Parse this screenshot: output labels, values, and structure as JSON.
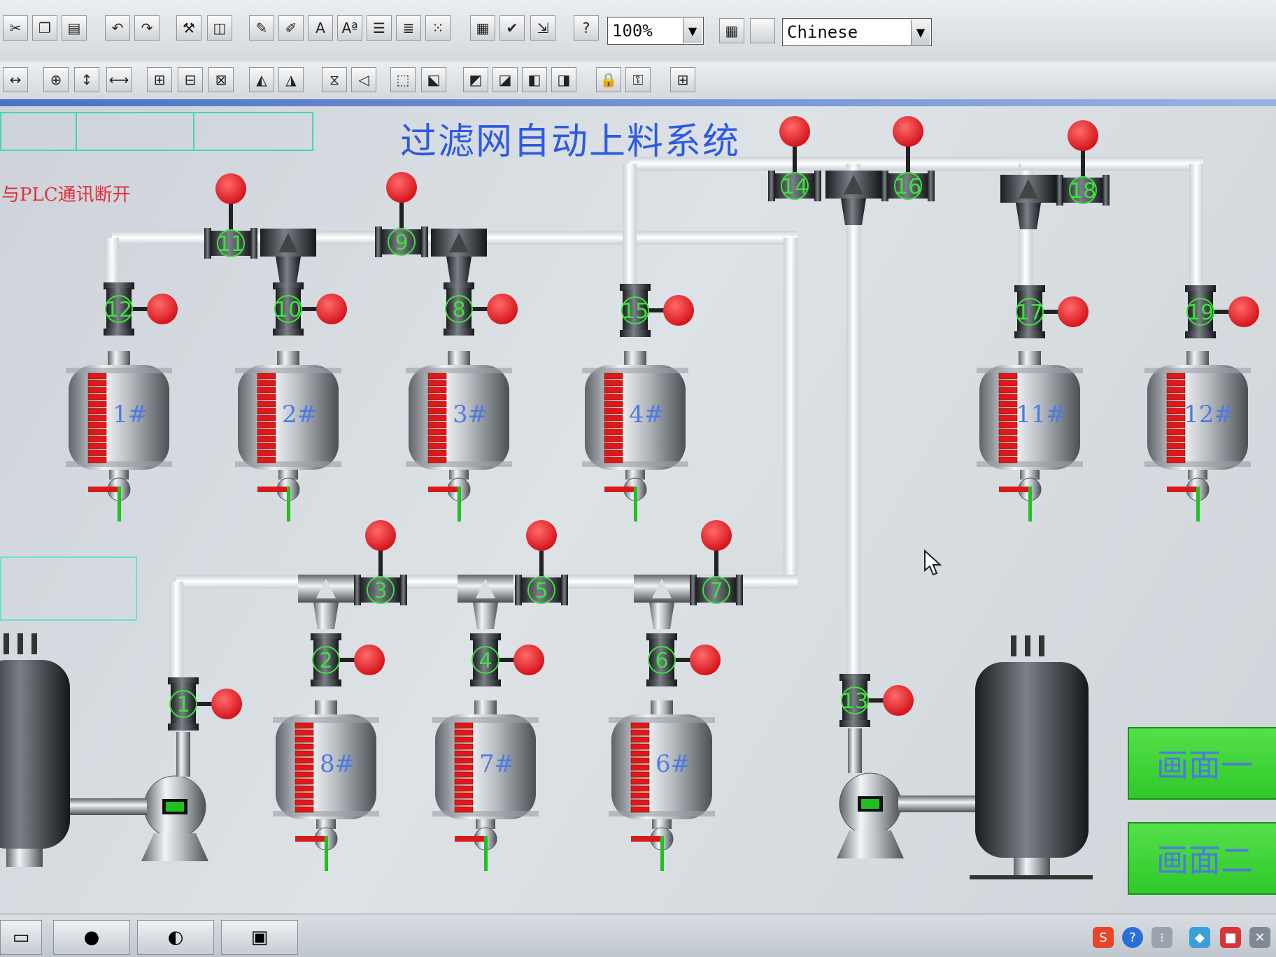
{
  "toolbar": {
    "zoom_value": "100%",
    "language_value": "Chinese",
    "row1_icons": [
      "cut-icon",
      "copy-icon",
      "paste-icon",
      "undo-icon",
      "redo-icon",
      "tools-icon",
      "layout-icon",
      "edit-a-icon",
      "edit-b-icon",
      "text-a-icon",
      "superscript-icon",
      "align-lines-icon",
      "align-list-icon",
      "grid-dots-icon",
      "properties-icon",
      "check-icon",
      "export-icon",
      "help-icon"
    ],
    "row2_icons": [
      "fit-width-icon",
      "center-icon",
      "align-vertical-icon",
      "align-horizontal-icon",
      "group-a-icon",
      "group-b-icon",
      "group-c-icon",
      "flip-left-icon",
      "flip-right-icon",
      "mirror-icon",
      "rotate-icon",
      "frame-a-icon",
      "frame-b-icon",
      "layer-front-icon",
      "layer-forward-icon",
      "layer-back-icon",
      "layer-bottom-icon",
      "lock-icon",
      "unlock-icon",
      "grid-icon"
    ]
  },
  "scada": {
    "title": "过滤网自动上料系统",
    "plc_status": "与PLC通讯断开",
    "tanks": [
      {
        "id": "t1",
        "label": "1#"
      },
      {
        "id": "t2",
        "label": "2#"
      },
      {
        "id": "t3",
        "label": "3#"
      },
      {
        "id": "t4",
        "label": "4#"
      },
      {
        "id": "t11",
        "label": "11#"
      },
      {
        "id": "t12",
        "label": "12#"
      },
      {
        "id": "t8",
        "label": "8#"
      },
      {
        "id": "t7",
        "label": "7#"
      },
      {
        "id": "t6",
        "label": "6#"
      }
    ],
    "valves": [
      "1",
      "2",
      "3",
      "4",
      "5",
      "6",
      "7",
      "8",
      "9",
      "10",
      "11",
      "12",
      "13",
      "14",
      "15",
      "16",
      "17",
      "18",
      "19"
    ],
    "status_colors": {
      "valve_closed": "#e8141c",
      "valve_number": "#3ee23e",
      "level_fill": "#e01818",
      "pump_run": "#20c020",
      "pipe": "#f0f2f4"
    }
  },
  "screens": {
    "screen1_label": "画面一",
    "screen2_label": "画面二"
  }
}
